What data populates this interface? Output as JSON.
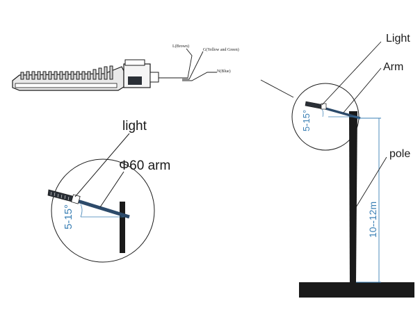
{
  "colors": {
    "ink": "#1a1a1a",
    "dimension": "#3a7fb4",
    "fixture_dark": "#2a2f36",
    "arm_blue": "#2c4a6a",
    "white": "#ffffff"
  },
  "wiring": {
    "live": "L(Brown)",
    "ground": "G(Yellow and Green)",
    "neutral": "N(Blue)"
  },
  "detail_left": {
    "light_label": "light",
    "arm_label": "Φ60 arm",
    "angle_label": "5-15°"
  },
  "detail_right": {
    "light_label": "Light",
    "arm_label": "Arm",
    "angle_label": "5-15°",
    "pole_label": "pole",
    "height_label": "10--12m"
  }
}
